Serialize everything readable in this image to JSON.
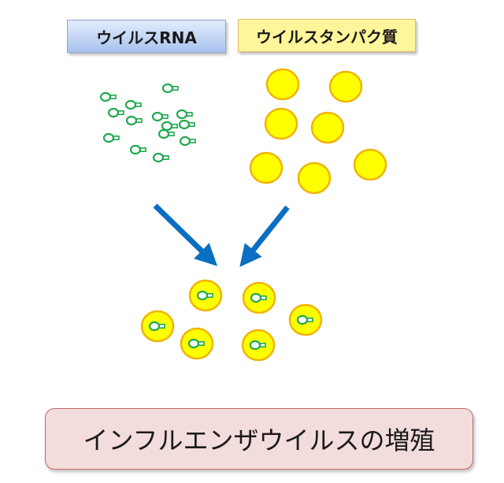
{
  "labels": {
    "rna": "ウイルスRNA",
    "protein": "ウイルスタンパク質",
    "title": "インフルエンザウイルスの増殖"
  },
  "colors": {
    "rna_stroke": "#1fa84f",
    "protein_fill": "#ffff00",
    "protein_stroke": "#f0b400",
    "arrow": "#0a6fc2",
    "rna_box_top": "#e3ecfb",
    "rna_box_bottom": "#a9c4ee",
    "protein_box": "#fff59a",
    "title_box": "#f3dcdc",
    "title_border": "#c46a6a"
  },
  "counts": {
    "rna_strands": 14,
    "proteins": 7,
    "assembled_virions": 6,
    "arrows": 2
  },
  "icons": {
    "rna": "rna-strand-icon",
    "protein": "protein-particle-icon",
    "virion": "virion-icon",
    "arrow": "arrow-icon"
  }
}
